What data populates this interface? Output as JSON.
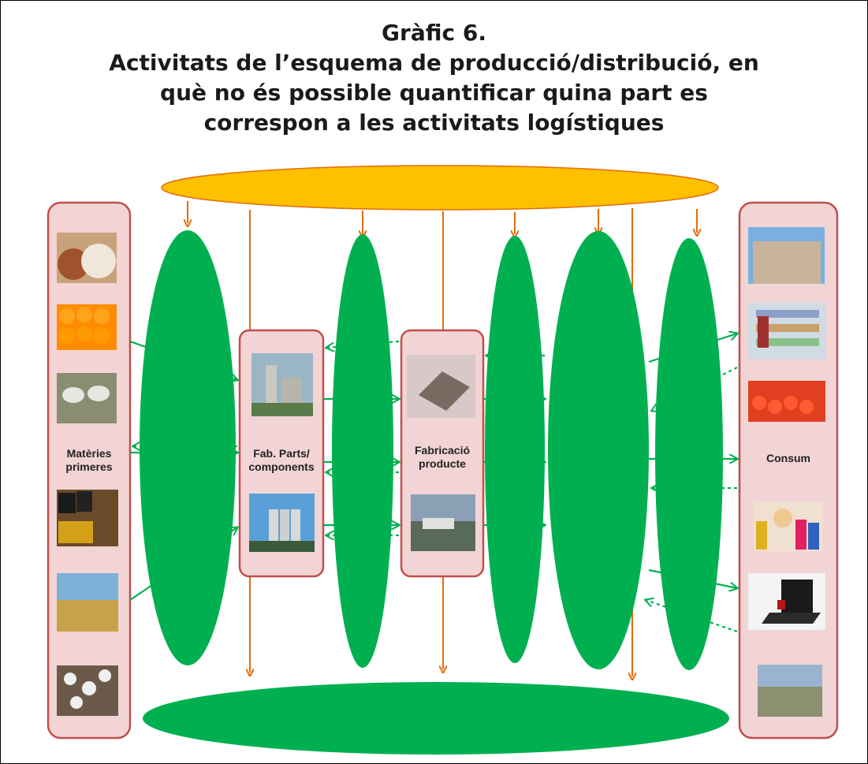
{
  "figure": {
    "number": "Gràfic 6.",
    "title": "Activitats de l’esquema de producció/distribució, en què no és possible quantificar quina part es correspon a les activitats logístiques"
  },
  "stages": [
    {
      "id": "raw",
      "label_line1": "Matèries",
      "label_line2": "primeres"
    },
    {
      "id": "parts",
      "label_line1": "Fab. Parts/",
      "label_line2": "components"
    },
    {
      "id": "product",
      "label_line1": "Fabricació",
      "label_line2": "producte"
    },
    {
      "id": "consum",
      "label_line1": "Consum",
      "label_line2": ""
    }
  ],
  "images": {
    "raw": [
      "flour-sugar-photo",
      "oranges-photo",
      "sheep-photo",
      "oil-barrels-coffee-gold-photo",
      "wheat-field-photo",
      "cotton-photo"
    ],
    "parts": [
      "cement-plant-photo",
      "silos-factory-photo"
    ],
    "product": [
      "warehouse-building-photo",
      "industrial-park-photo"
    ],
    "consum": [
      "apartment-building-photo",
      "supermarket-shopper-photo",
      "tomatoes-market-photo",
      "shopping-bags-woman-photo",
      "laptop-shopping-photo",
      "city-aerial-photo"
    ]
  },
  "colors": {
    "top_ellipse": "#ffc000",
    "green": "#00b050",
    "box_fill": "#f2d4d4",
    "box_border": "#c0504d",
    "arrow_orange": "#e46c0a",
    "arrow_green": "#00b050"
  }
}
